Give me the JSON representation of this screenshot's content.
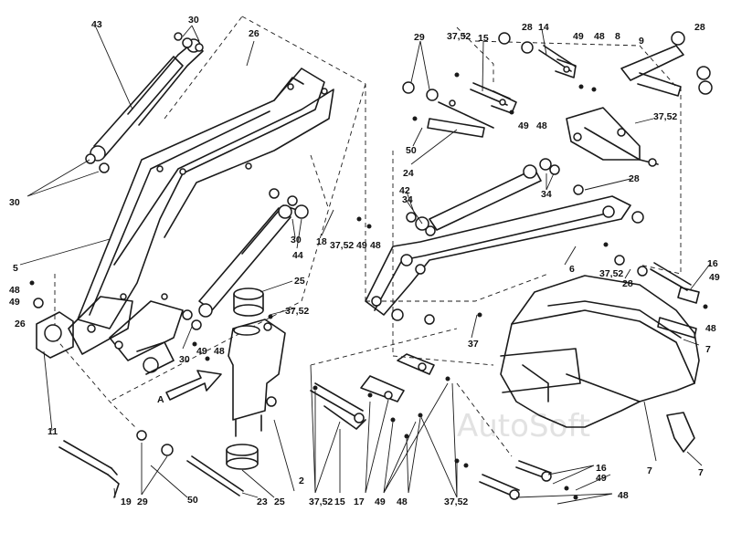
{
  "labels": [
    {
      "id": "l43",
      "text": "43"
    },
    {
      "id": "l30a",
      "text": "30"
    },
    {
      "id": "l26a",
      "text": "26"
    },
    {
      "id": "l30b",
      "text": "30"
    },
    {
      "id": "l5",
      "text": "5"
    },
    {
      "id": "l48a",
      "text": "48"
    },
    {
      "id": "l49a",
      "text": "49"
    },
    {
      "id": "l26b",
      "text": "26"
    },
    {
      "id": "l11",
      "text": "11"
    },
    {
      "id": "l30c",
      "text": "30"
    },
    {
      "id": "l49b",
      "text": "49"
    },
    {
      "id": "l48b",
      "text": "48"
    },
    {
      "id": "l25a",
      "text": "25"
    },
    {
      "id": "l37a",
      "text": "37,52"
    },
    {
      "id": "l30d",
      "text": "30"
    },
    {
      "id": "l44",
      "text": "44"
    },
    {
      "id": "l18",
      "text": "18"
    },
    {
      "id": "l37b",
      "text": "37,52"
    },
    {
      "id": "l49c",
      "text": "49"
    },
    {
      "id": "l48c",
      "text": "48"
    },
    {
      "id": "l29a",
      "text": "29"
    },
    {
      "id": "l37c",
      "text": "37,52"
    },
    {
      "id": "l15a",
      "text": "15"
    },
    {
      "id": "l28a",
      "text": "28"
    },
    {
      "id": "l14",
      "text": "14"
    },
    {
      "id": "l49d",
      "text": "49"
    },
    {
      "id": "l48d",
      "text": "48"
    },
    {
      "id": "l8",
      "text": "8"
    },
    {
      "id": "l9",
      "text": "9"
    },
    {
      "id": "l28b",
      "text": "28"
    },
    {
      "id": "l49e",
      "text": "49"
    },
    {
      "id": "l48e",
      "text": "48"
    },
    {
      "id": "l37d",
      "text": "37,52"
    },
    {
      "id": "l50a",
      "text": "50"
    },
    {
      "id": "l24",
      "text": "24"
    },
    {
      "id": "l42",
      "text": "42"
    },
    {
      "id": "l34a",
      "text": "34"
    },
    {
      "id": "l34b",
      "text": "34"
    },
    {
      "id": "l28c",
      "text": "28"
    },
    {
      "id": "l6",
      "text": "6"
    },
    {
      "id": "l37e",
      "text": "37,52"
    },
    {
      "id": "l28d",
      "text": "28"
    },
    {
      "id": "l16a",
      "text": "16"
    },
    {
      "id": "l49f",
      "text": "49"
    },
    {
      "id": "l48f",
      "text": "48"
    },
    {
      "id": "l7a",
      "text": "7"
    },
    {
      "id": "l37f",
      "text": "37"
    },
    {
      "id": "lA",
      "text": "A"
    },
    {
      "id": "l19",
      "text": "19"
    },
    {
      "id": "l29b",
      "text": "29"
    },
    {
      "id": "l50b",
      "text": "50"
    },
    {
      "id": "l23",
      "text": "23"
    },
    {
      "id": "l25b",
      "text": "25"
    },
    {
      "id": "l2",
      "text": "2"
    },
    {
      "id": "l37g",
      "text": "37,52"
    },
    {
      "id": "l15b",
      "text": "15"
    },
    {
      "id": "l17",
      "text": "17"
    },
    {
      "id": "l49g",
      "text": "49"
    },
    {
      "id": "l48g",
      "text": "48"
    },
    {
      "id": "l37h",
      "text": "37,52"
    },
    {
      "id": "l16b",
      "text": "16"
    },
    {
      "id": "l49h",
      "text": "49"
    },
    {
      "id": "l48h",
      "text": "48"
    },
    {
      "id": "l7b",
      "text": "7"
    },
    {
      "id": "l7c",
      "text": "7"
    }
  ],
  "watermark": "AutoSoft"
}
